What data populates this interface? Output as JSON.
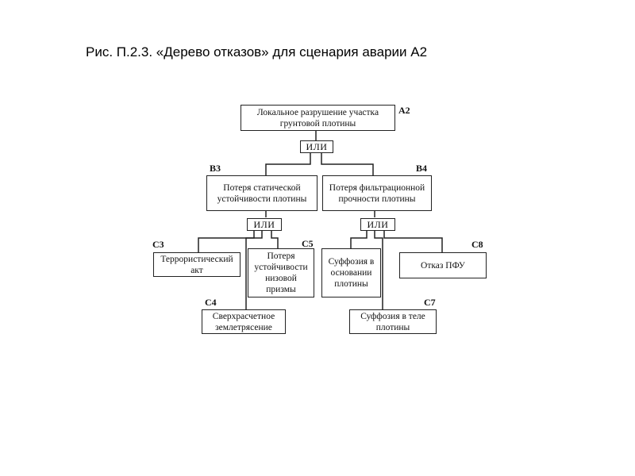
{
  "caption": "Рис. П.2.3. «Дерево отказов» для сценария аварии А2",
  "tree": {
    "top": {
      "code": "A2",
      "label": "Локальное разрушение участка грунтовой плотины"
    },
    "gate_top": "ИЛИ",
    "b3": {
      "code": "B3",
      "label": "Потеря статической устойчивости плотины"
    },
    "b4": {
      "code": "B4",
      "label": "Потеря фильтрационной прочности плотины"
    },
    "gate_b3": "ИЛИ",
    "gate_b4": "ИЛИ",
    "c3": {
      "code": "C3",
      "label": "Террористический акт"
    },
    "c5": {
      "code": "C5",
      "label": "Потеря устойчивости низовой призмы"
    },
    "c4": {
      "code": "C4",
      "label": "Сверхрасчетное землетрясение"
    },
    "c6": {
      "label": "Суффозия в основании плотины"
    },
    "c8": {
      "code": "C8",
      "label": "Отказ ПФУ"
    },
    "c7": {
      "code": "C7",
      "label": "Суффозия в теле плотины"
    }
  }
}
